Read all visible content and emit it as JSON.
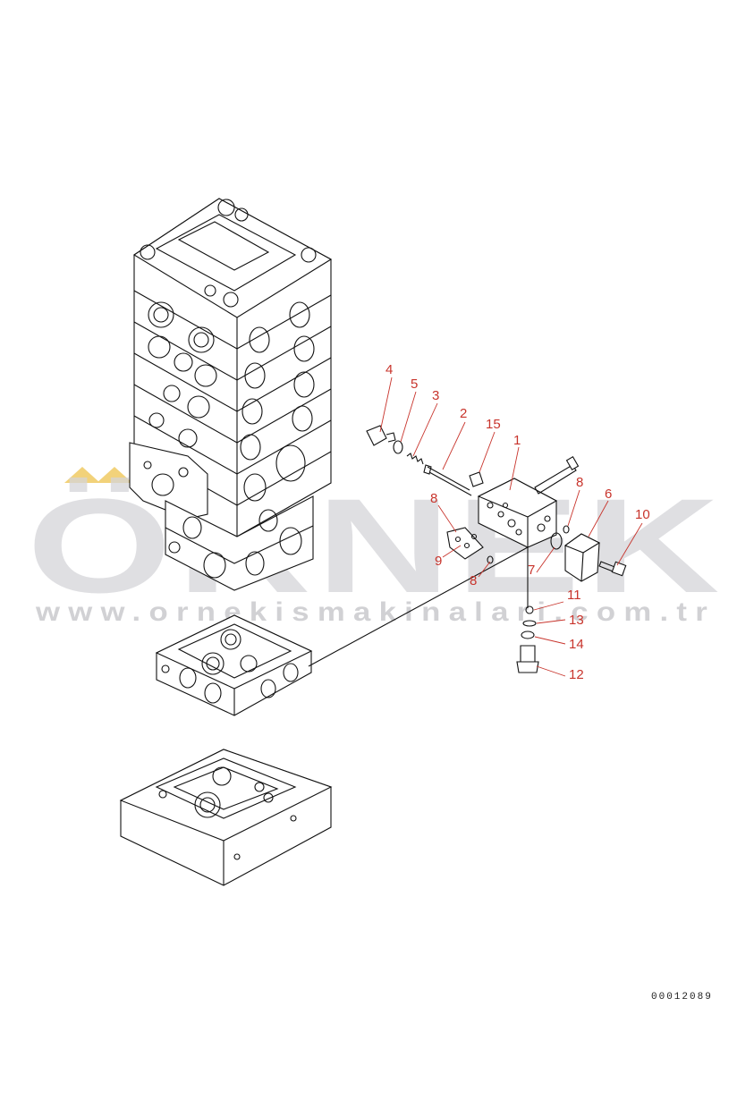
{
  "diagram": {
    "callouts": [
      {
        "id": "c4",
        "text": "4"
      },
      {
        "id": "c5",
        "text": "5"
      },
      {
        "id": "c3",
        "text": "3"
      },
      {
        "id": "c2",
        "text": "2"
      },
      {
        "id": "c15",
        "text": "15"
      },
      {
        "id": "c1",
        "text": "1"
      },
      {
        "id": "c8a",
        "text": "8"
      },
      {
        "id": "c6",
        "text": "6"
      },
      {
        "id": "c10",
        "text": "10"
      },
      {
        "id": "c8b",
        "text": "8"
      },
      {
        "id": "c9",
        "text": "9"
      },
      {
        "id": "c8c",
        "text": "8"
      },
      {
        "id": "c7",
        "text": "7"
      },
      {
        "id": "c11",
        "text": "11"
      },
      {
        "id": "c13",
        "text": "13"
      },
      {
        "id": "c14",
        "text": "14"
      },
      {
        "id": "c12",
        "text": "12"
      }
    ],
    "drawing_code": "00012089"
  },
  "watermark": {
    "logo": "ÖRNEK",
    "url": "www.ornekismakinalari.com.tr"
  },
  "colors": {
    "callout": "#c8342c",
    "line": "#111111",
    "watermark": "#d4d4d8",
    "watermark_accent": "#f2d27a"
  }
}
